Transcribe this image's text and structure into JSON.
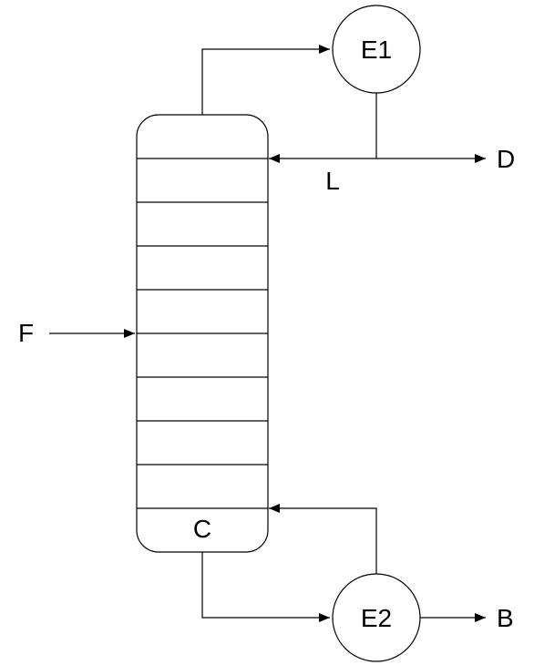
{
  "diagram": {
    "column": {
      "bottom_label": "C",
      "tray_count": 9
    },
    "condenser": {
      "label": "E1"
    },
    "reboiler": {
      "label": "E2"
    },
    "streams": {
      "feed": "F",
      "distillate": "D",
      "reflux": "L",
      "bottoms": "B"
    }
  }
}
